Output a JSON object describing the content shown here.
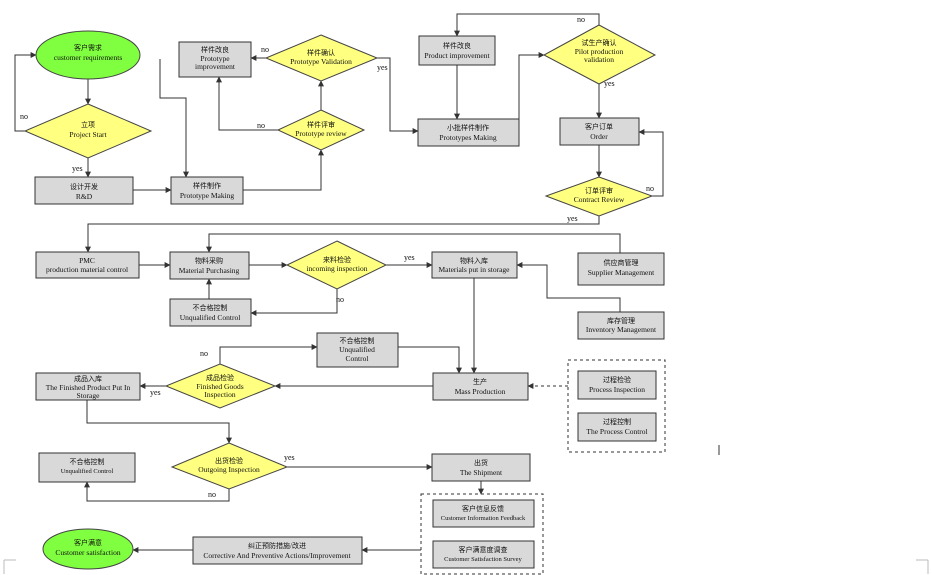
{
  "nodes": {
    "customer_requirements": {
      "cn": "客户需求",
      "en": "customer requirements"
    },
    "project_start": {
      "cn": "立项",
      "en": "Project Start"
    },
    "rd": {
      "cn": "设计开发",
      "en": "R&D"
    },
    "prototype_making": {
      "cn": "样件制作",
      "en": "Prototype Making"
    },
    "prototype_review": {
      "cn": "样件评审",
      "en": "Prototype review"
    },
    "prototype_validation": {
      "cn": "样件确认",
      "en": "Prototype Validation"
    },
    "prototype_improvement": {
      "cn": "样件改良",
      "en1": "Prototype",
      "en2": "improvement"
    },
    "product_improvement": {
      "cn": "样件改良",
      "en": "Product improvement"
    },
    "prototypes_making": {
      "cn": "小批样件制作",
      "en": "Prototypes   Making"
    },
    "pilot_validation": {
      "cn": "试生产确认",
      "en1": "Pilot production",
      "en2": "validation"
    },
    "order": {
      "cn": "客户订单",
      "en": "Order"
    },
    "contract_review": {
      "cn": "订单评审",
      "en": "Contract Review"
    },
    "pmc": {
      "cn": "PMC",
      "en": "production material control"
    },
    "material_purchasing": {
      "cn": "物料采购",
      "en": "Material Purchasing"
    },
    "incoming_inspection": {
      "cn": "来料检验",
      "en": "incoming inspection"
    },
    "materials_storage": {
      "cn": "物料入库",
      "en": "Materials put in storage"
    },
    "supplier_management": {
      "cn": "供应商管理",
      "en": "Supplier Management"
    },
    "inventory_management": {
      "cn": "库存管理",
      "en": "Inventory Management"
    },
    "unqualified_control_1": {
      "cn": "不合格控制",
      "en": "Unqualified Control"
    },
    "unqualified_control_2": {
      "cn": "不合格控制",
      "en1": "Unqualified",
      "en2": "Control"
    },
    "mass_production": {
      "cn": "生产",
      "en": "Mass Production"
    },
    "process_inspection": {
      "cn": "过程检验",
      "en": "Process Inspection"
    },
    "process_control": {
      "cn": "过程控制",
      "en": "The Process Control"
    },
    "finished_goods_inspection": {
      "cn": "成品检验",
      "en1": "Finished  Goods",
      "en2": "Inspection"
    },
    "finished_storage": {
      "cn": "成品入库",
      "en1": "The Finished Product Put In",
      "en2": "Storage"
    },
    "outgoing_inspection": {
      "cn": "出货检验",
      "en": "Outgoing Inspection"
    },
    "unqualified_control_3": {
      "cn": "不合格控制",
      "en": "Unqualified Control"
    },
    "shipment": {
      "cn": "出货",
      "en": "The Shipment"
    },
    "customer_feedback": {
      "cn": "客户信息反馈",
      "en": "Customer Information Feedback"
    },
    "satisfaction_survey": {
      "cn": "客户满意度调查",
      "en": "Customer Satisfaction Survey"
    },
    "capa": {
      "cn": "纠正预防措施/改进",
      "en": "Corrective And Preventive Actions/Improvement"
    },
    "customer_satisfaction": {
      "cn": "客户满意",
      "en": "Customer satisfaction"
    }
  },
  "edge_labels": {
    "yes": "yes",
    "no": "no"
  },
  "colors": {
    "box": "#d9d9d9",
    "decision": "#ffff80",
    "terminal": "#7fff3f",
    "line": "#333333"
  }
}
